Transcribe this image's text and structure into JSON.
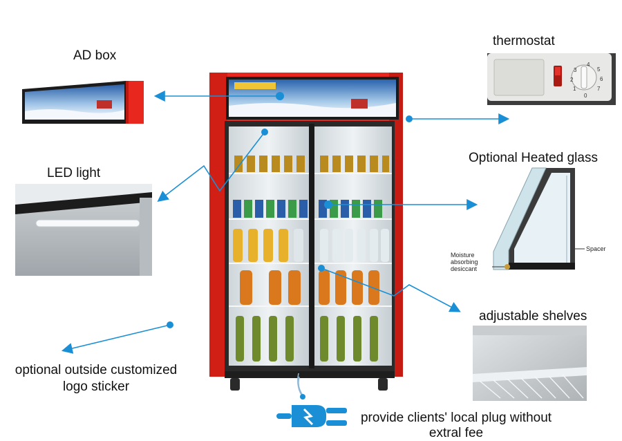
{
  "labels": {
    "ad_box": "AD box",
    "thermostat": "thermostat",
    "led_light": "LED light",
    "heated_glass": "Optional Heated glass",
    "adjustable_shelves": "adjustable shelves",
    "logo_sticker_line1": "optional outside customized",
    "logo_sticker_line2": "logo sticker",
    "plug_line1": "provide clients' local plug without",
    "plug_line2": "extral fee"
  },
  "glass_callouts": {
    "moisture_line1": "Moisture",
    "moisture_line2": "absorbing",
    "moisture_line3": "desiccant",
    "spacer": "Spacer"
  },
  "thermostat_dial": [
    "0",
    "1",
    "2",
    "3",
    "4",
    "5",
    "6",
    "7"
  ],
  "colors": {
    "accent_blue": "#1a8fd6",
    "cabinet_red": "#e8281e"
  }
}
